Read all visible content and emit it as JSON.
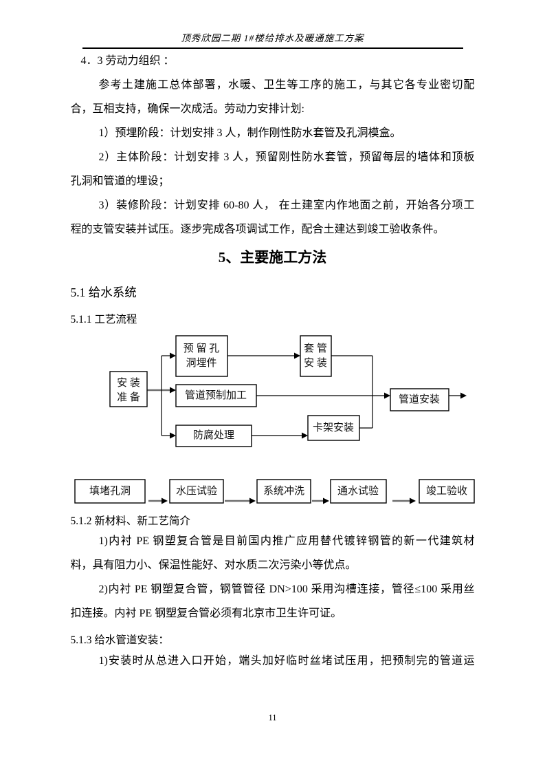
{
  "header": {
    "title": "顶秀欣园二期 1#楼给排水及暖通施工方案"
  },
  "footer": {
    "page_number": "11"
  },
  "colors": {
    "background": "#ffffff",
    "text": "#000000",
    "box_border": "#000000",
    "connector_gray": "#6e6e6e"
  },
  "content": {
    "section_43": {
      "heading": "4．3 劳动力组织 ："
    },
    "labor_paragraph": {
      "line1": "参考土建施工总体部署，水暖、卫生等工序的施工，与其它各专业密切配",
      "line2": "合，互相支持，确保一次成活。劳动力安排计划:"
    },
    "items": {
      "item1": "1）预埋阶段：计划安排 3 人，制作刚性防水套管及孔洞模盒。",
      "item2_line1": "2）主体阶段：计划安排 3 人，预留刚性防水套管，预留每层的墙体和顶板",
      "item2_line2": "孔洞和管道的埋设；",
      "item3_line1": "3）装修阶段：计划安排 60-80 人， 在土建室内作地面之前，开始各分项工",
      "item3_line2": "程的支管安装并试压。逐步完成各项调试工作，配合土建达到竣工验收条件。"
    },
    "section_5": {
      "heading": "5、主要施工方法"
    },
    "section_51": {
      "heading": "5.1 给水系统"
    },
    "section_511": {
      "heading": "5.1.1 工艺流程"
    },
    "section_512": {
      "heading": "5.1.2 新材料、新工艺简介",
      "p1_line1": "1)内衬 PE 钢塑复合管是目前国内推广应用替代镀锌钢管的新一代建筑材",
      "p1_line2": "料，具有阻力小、保温性能好、对水质二次污染小等优点。",
      "p2_line1": "2)内衬 PE 钢塑复合管，钢管管径 DN>100 采用沟槽连接，管径≤100 采用丝",
      "p2_line2": "扣连接。内衬 PE 钢塑复合管必须有北京市卫生许可证。"
    },
    "section_513": {
      "heading": "5.1.3 给水管道安装：",
      "p1_line1": "1)安装时从总进入口开始，端头加好临时丝堵试压用，把预制完的管道运"
    }
  },
  "flowchart_process": {
    "prep_line1": "安 装",
    "prep_line2": "准 备",
    "reserve_line1": "预 留 孔",
    "reserve_line2": "洞埋件",
    "prefab": "管道预制加工",
    "anticorrosion": "防腐处理",
    "sleeve_line1": "套 管",
    "sleeve_line2": "安 装",
    "bracket": "卡架安装",
    "pipe_install": "管道安装"
  },
  "flowchart_acceptance": {
    "steps": [
      "填堵孔洞",
      "水压试验",
      "系统冲洗",
      "通水试验",
      "竣工验收"
    ]
  }
}
